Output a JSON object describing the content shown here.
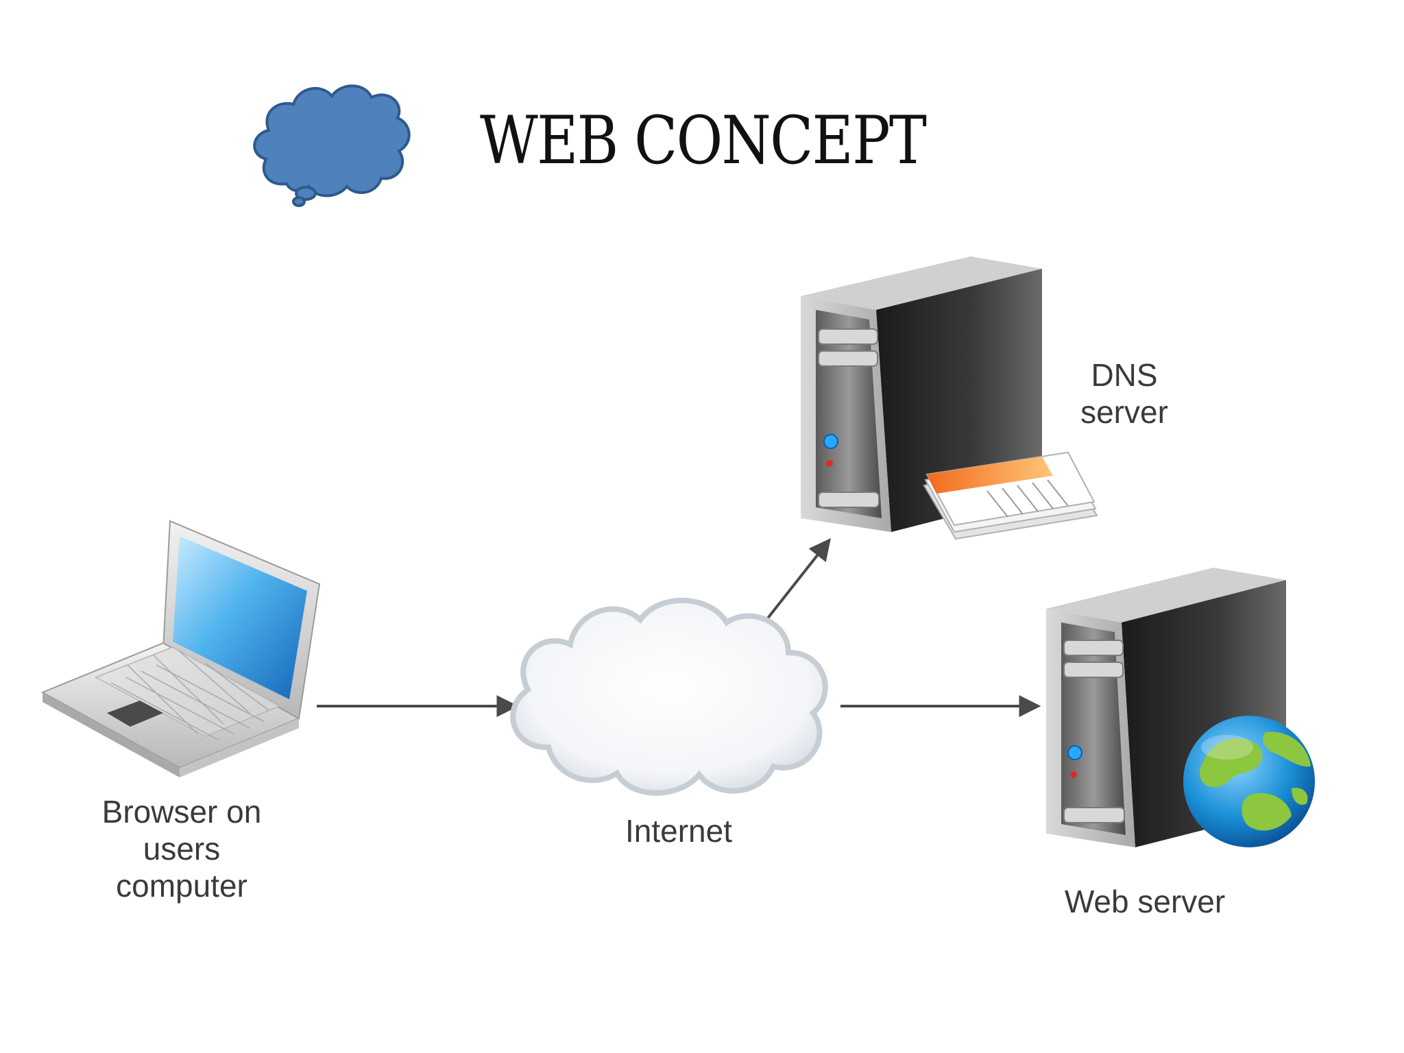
{
  "slide": {
    "title": "WEB CONCEPT"
  },
  "icons": {
    "title_bullet": "thought-cloud-icon",
    "client": "laptop-icon",
    "network": "cloud-icon",
    "dns": "server-tower-icon",
    "dns_accessory": "document-stack-icon",
    "web": "server-tower-icon",
    "web_accessory": "globe-icon"
  },
  "diagram": {
    "nodes": {
      "browser": {
        "label": "Browser on\nusers\ncomputer"
      },
      "internet": {
        "label": "Internet"
      },
      "dns": {
        "label": "DNS\nserver"
      },
      "web": {
        "label": "Web server"
      }
    },
    "edges": [
      {
        "from": "browser",
        "to": "internet"
      },
      {
        "from": "internet",
        "to": "dns"
      },
      {
        "from": "internet",
        "to": "web"
      }
    ]
  },
  "colors": {
    "title_bullet_fill": "#4f81bd",
    "title_bullet_stroke": "#2e5a8c",
    "label_text": "#3a3a3a",
    "arrow": "#4a4a4a",
    "server_body": "#2b2b2b",
    "laptop_screen": "#2a8fd4",
    "globe_ocean": "#1a8fd6",
    "globe_land": "#8dc63f",
    "document_accent": "#f7941d"
  }
}
